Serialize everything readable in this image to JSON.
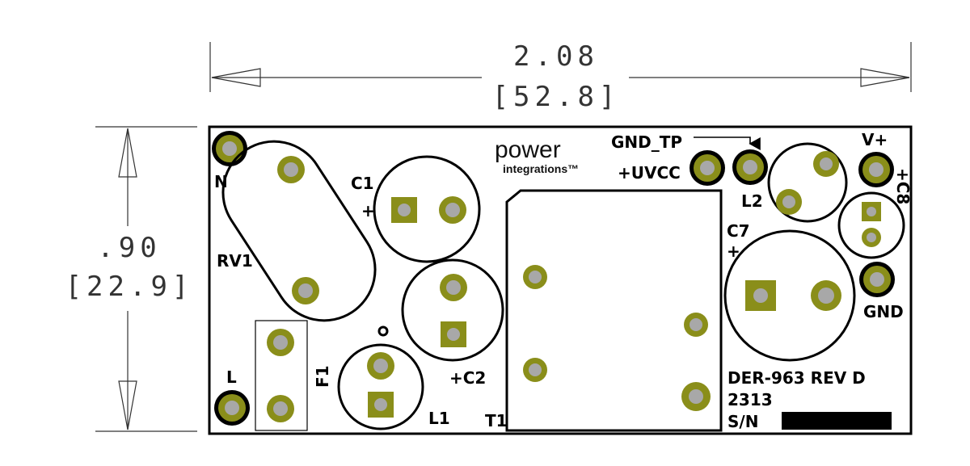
{
  "dimensions": {
    "width_in": "2.08",
    "width_mm": "[52.8]",
    "height_in": ".90",
    "height_mm": "[22.9]"
  },
  "brand": {
    "line1": "power",
    "line2": "integrations™"
  },
  "labels": {
    "n": "N",
    "l": "L",
    "rv1": "RV1",
    "c1": "C1",
    "c1_plus": "+",
    "c2": "+C2",
    "l1": "L1",
    "f1": "F1",
    "t1": "T1",
    "gnd_tp": "GND_TP",
    "uvcc": "+UVCC",
    "l2": "L2",
    "c7": "C7",
    "c7_plus": "+",
    "c8": "+C8",
    "vplus": "V+",
    "gnd": "GND",
    "board_id": "DER-963 REV D",
    "date_code": "2313",
    "serial": "S/N"
  },
  "colors": {
    "pad": "#8a8e1a",
    "hole": "#a8a8a8",
    "outline": "#000000"
  }
}
